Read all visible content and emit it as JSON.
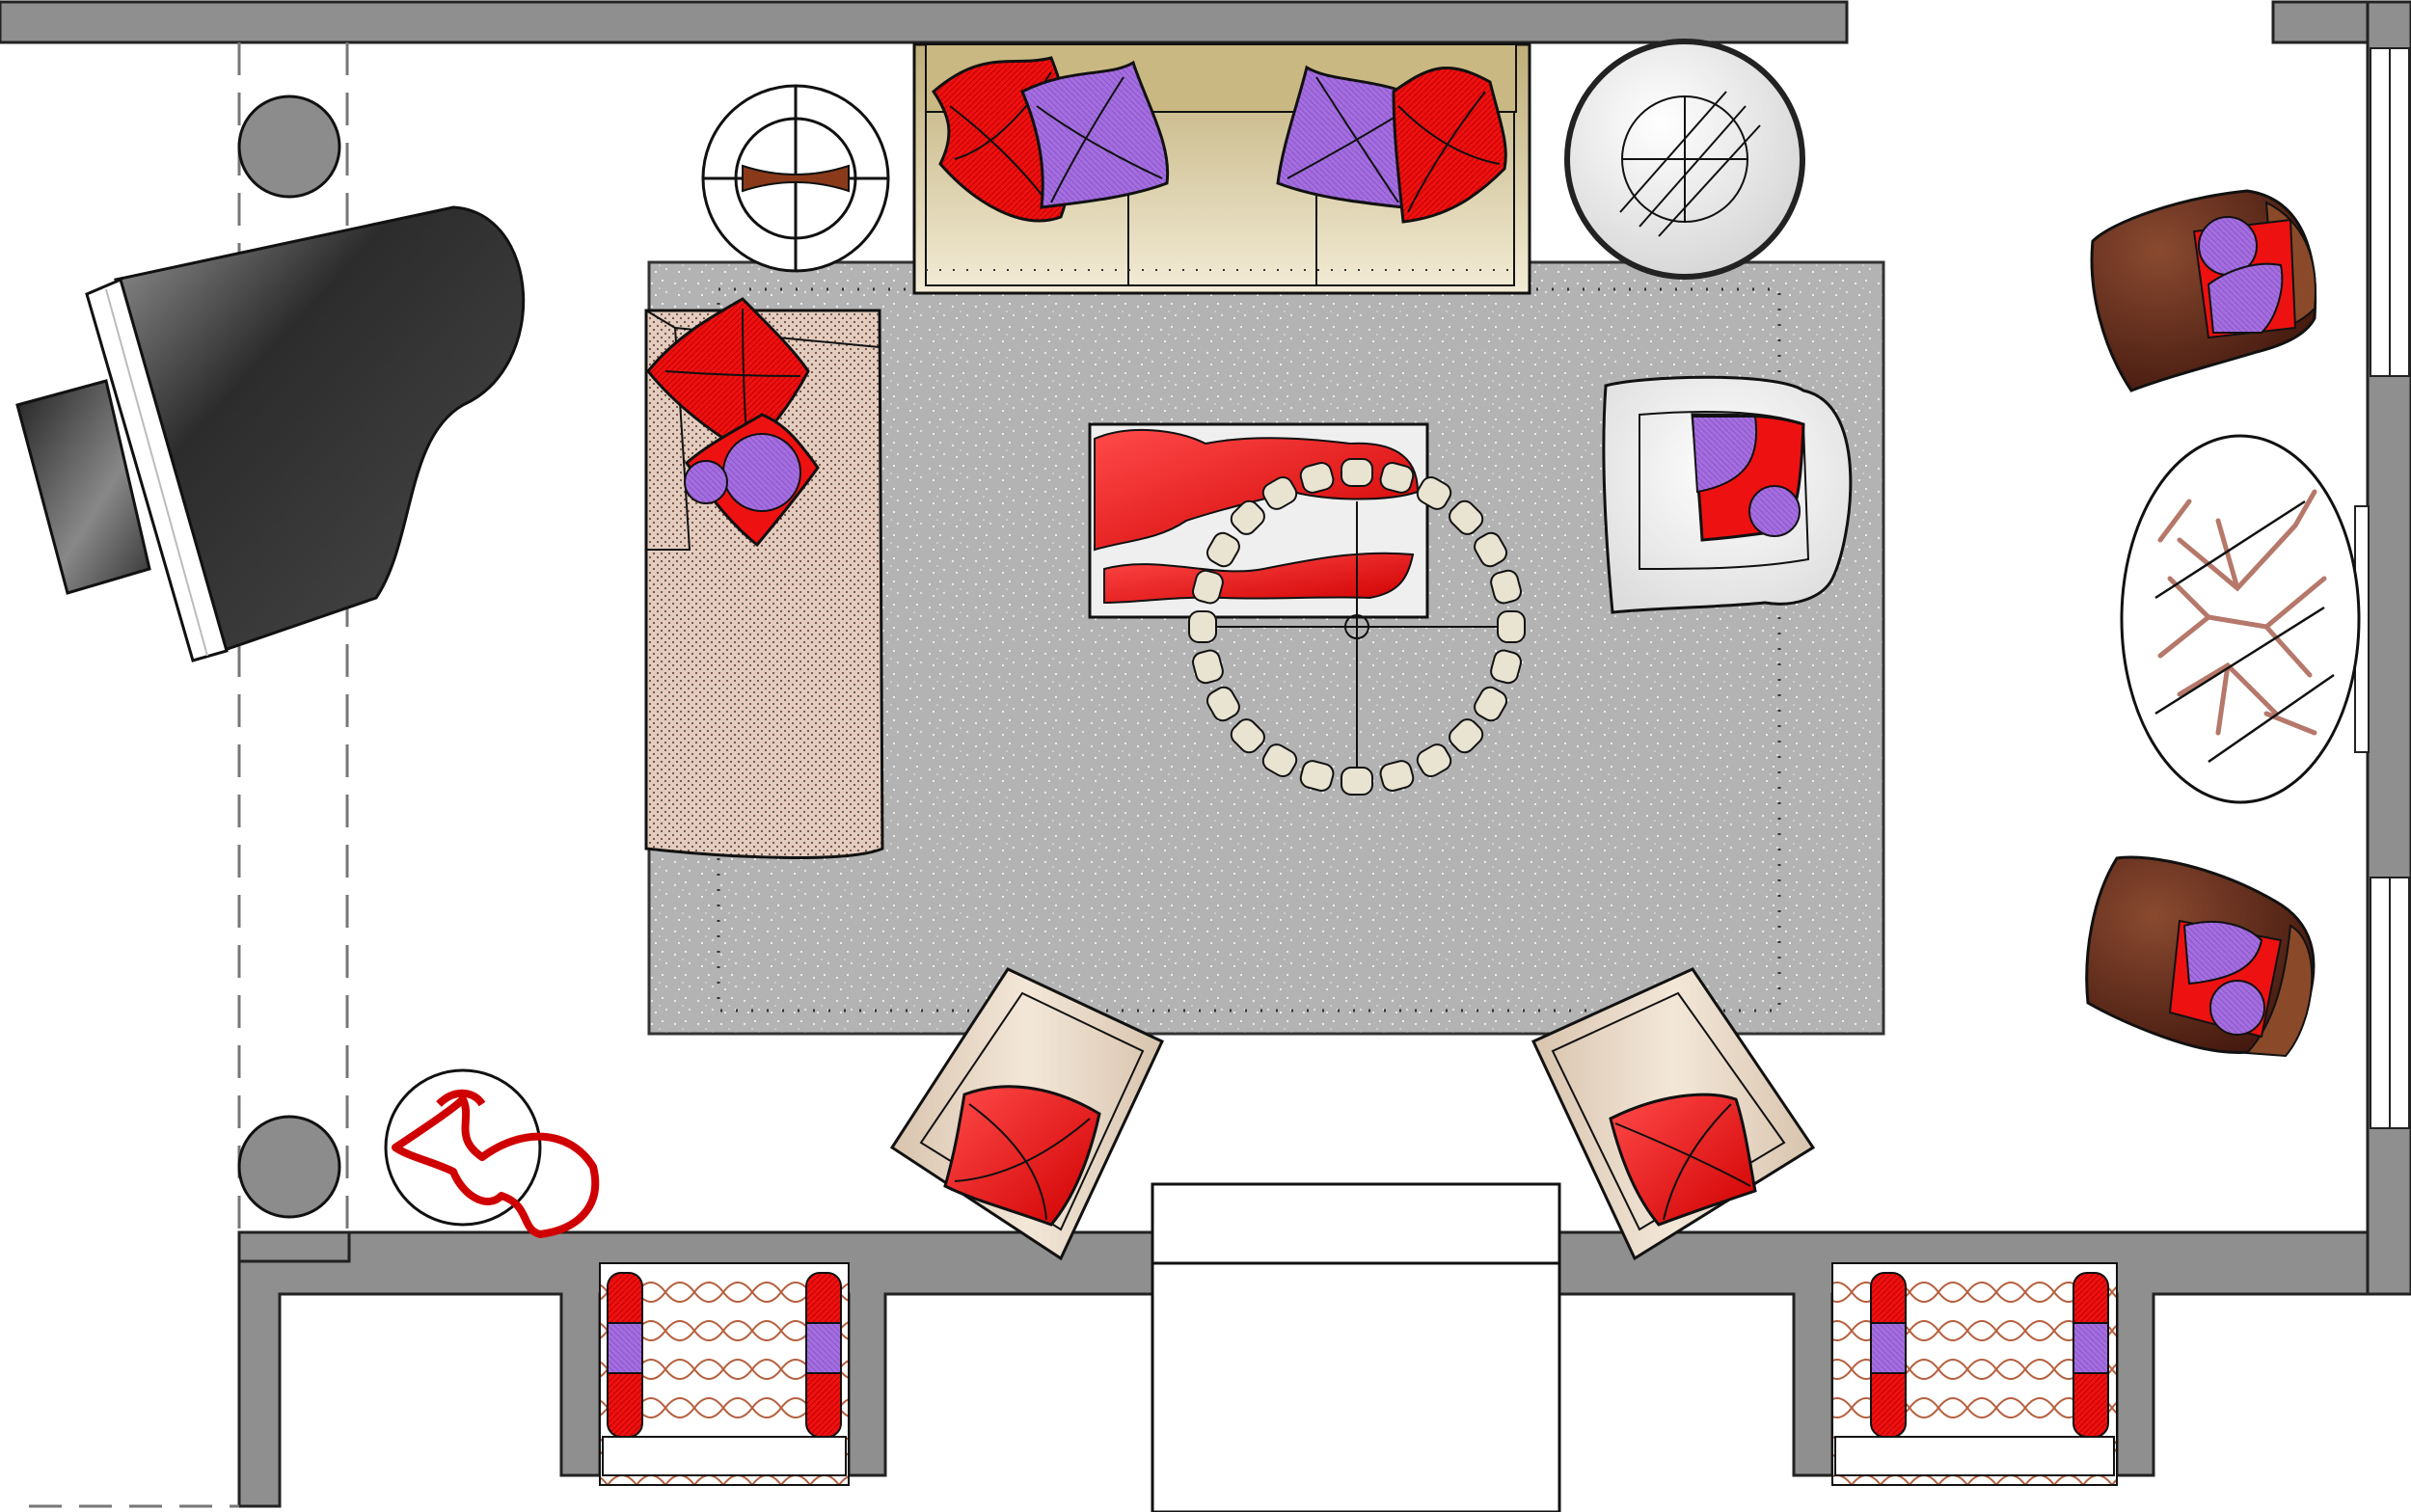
{
  "diagram": {
    "kind": "floor-plan",
    "room": "living-room"
  },
  "colors": {
    "wall": "#8f8f8f",
    "rug": "#b2b2b2",
    "sofa": "#e1d2a8",
    "red_accent": "#ee1111",
    "purple_accent": "#a46ee0",
    "piano": "#3a3a3a",
    "leather_chair": "#5a2312",
    "chaise_fabric": "#d8c0b2",
    "armchair": "#ead8c6",
    "outline": "#111111"
  },
  "furniture": [
    {
      "id": "grand-piano",
      "icon": "grand-piano-icon"
    },
    {
      "id": "piano-bench",
      "icon": "bench-icon"
    },
    {
      "id": "sofa",
      "icon": "sofa-icon"
    },
    {
      "id": "chaise-lounge",
      "icon": "chaise-icon"
    },
    {
      "id": "coffee-table",
      "icon": "coffee-table-icon"
    },
    {
      "id": "round-pendant",
      "icon": "chandelier-icon"
    },
    {
      "id": "white-tub-chair",
      "icon": "armchair-icon"
    },
    {
      "id": "accent-chair-left",
      "icon": "armchair-icon"
    },
    {
      "id": "accent-chair-right",
      "icon": "armchair-icon"
    },
    {
      "id": "leather-chair-top",
      "icon": "club-chair-icon"
    },
    {
      "id": "leather-chair-bottom",
      "icon": "club-chair-icon"
    },
    {
      "id": "oval-table",
      "icon": "oval-table-icon"
    },
    {
      "id": "side-table-left",
      "icon": "side-table-icon"
    },
    {
      "id": "side-table-right",
      "icon": "side-table-icon"
    },
    {
      "id": "sculpture-table",
      "icon": "sculpture-icon"
    },
    {
      "id": "window-seat-left",
      "icon": "window-seat-icon"
    },
    {
      "id": "window-seat-right",
      "icon": "window-seat-icon"
    },
    {
      "id": "console-cabinet",
      "icon": "cabinet-icon"
    },
    {
      "id": "column-top",
      "icon": "column-icon"
    },
    {
      "id": "column-bottom",
      "icon": "column-icon"
    }
  ]
}
